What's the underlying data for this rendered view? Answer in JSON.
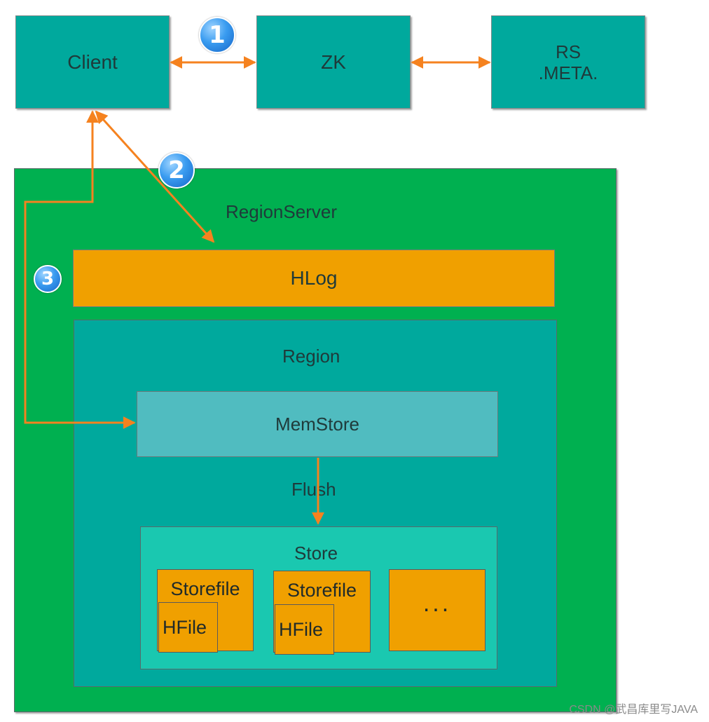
{
  "top": {
    "client_label": "Client",
    "zk_label": "ZK",
    "rs_meta_label": "RS\n.META."
  },
  "steps": [
    "1",
    "2",
    "3"
  ],
  "region_server": {
    "label": "RegionServer",
    "hlog_label": "HLog",
    "region": {
      "label": "Region",
      "memstore_label": "MemStore",
      "flush_label": "Flush",
      "store": {
        "label": "Store",
        "storefiles": [
          {
            "label": "Storefile",
            "hfile_label": "HFile"
          },
          {
            "label": "Storefile",
            "hfile_label": "HFile"
          }
        ],
        "more_label": "..."
      }
    }
  },
  "watermark": "CSDN @武昌库里写JAVA",
  "colors": {
    "teal": "#00a99d",
    "green": "#00b050",
    "orange": "#f0a000",
    "memstore": "#50bcc0",
    "store": "#1ac8b0",
    "arrow": "#f5821f",
    "step_badge": "#3a9cf0"
  },
  "icons": {
    "step_badge": "numbered-circle-icon"
  }
}
